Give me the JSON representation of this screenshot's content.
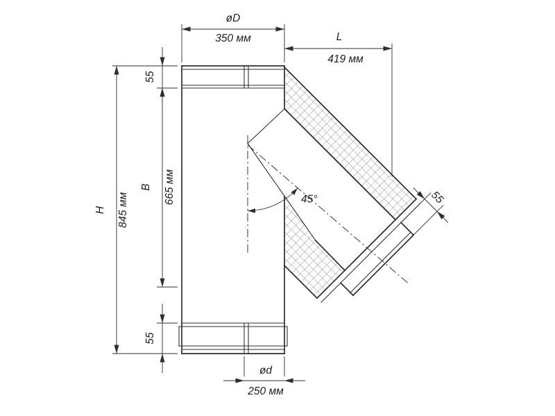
{
  "drawing": {
    "type": "technical-dimension-drawing",
    "colors": {
      "line": "#2e2e2e",
      "background": "#ffffff"
    },
    "dimensions": {
      "outer_diameter": {
        "label": "øD",
        "value": "350 мм"
      },
      "branch_projection": {
        "label": "L",
        "value": "419 мм"
      },
      "top_collar_height": {
        "value": "55"
      },
      "body_height": {
        "label": "B",
        "value": "665 мм"
      },
      "total_height": {
        "label": "H",
        "value": "845 мм"
      },
      "bottom_collar_height": {
        "value": "55"
      },
      "branch_socket_length": {
        "value": "55"
      },
      "inner_diameter": {
        "label": "ød",
        "value": "250 мм"
      },
      "branch_angle": {
        "value": "45°"
      }
    }
  }
}
